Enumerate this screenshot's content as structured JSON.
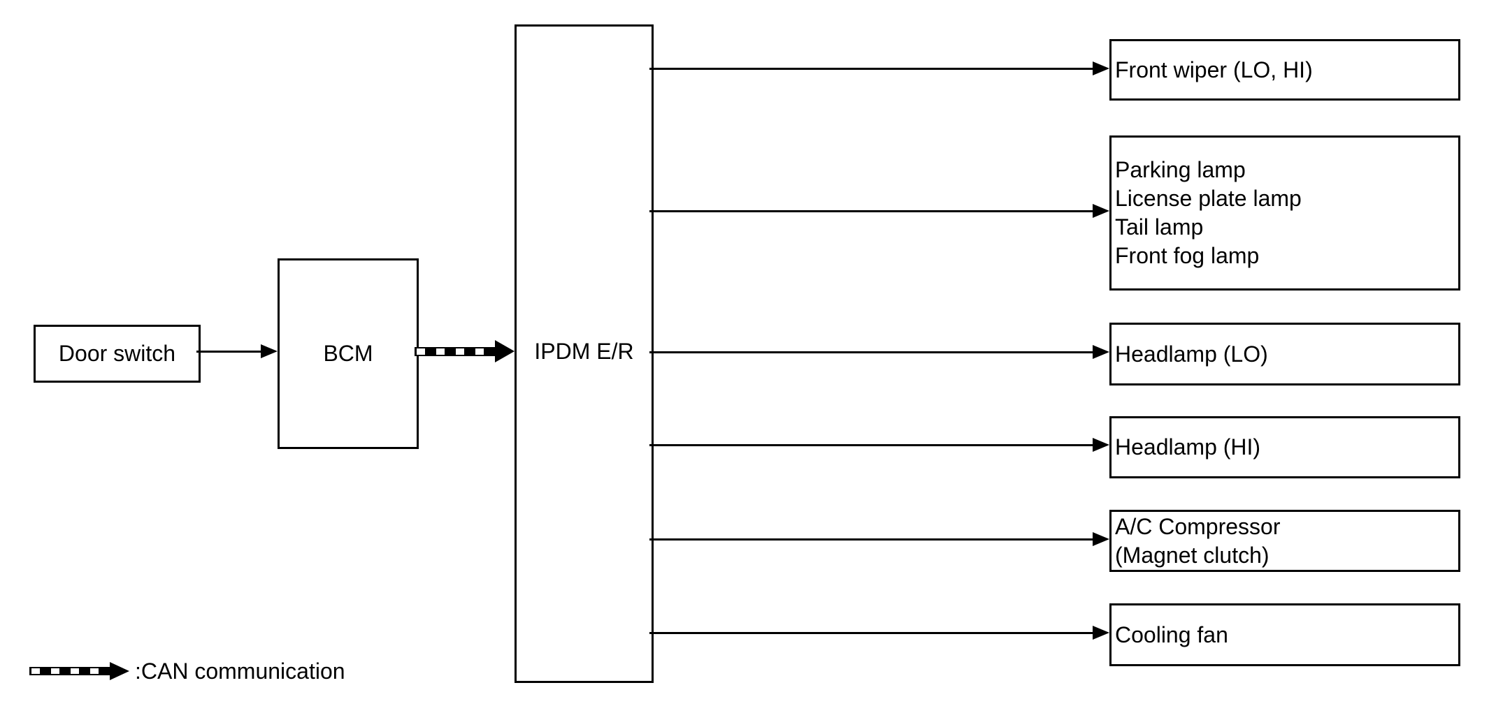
{
  "diagram": {
    "nodes": {
      "door_switch": {
        "label": "Door switch"
      },
      "bcm": {
        "label": "BCM"
      },
      "ipdm": {
        "label": "IPDM E/R"
      }
    },
    "outputs": [
      {
        "lines": [
          "Front wiper (LO, HI)"
        ]
      },
      {
        "lines": [
          "Parking lamp",
          "License plate lamp",
          "Tail lamp",
          "Front fog lamp"
        ]
      },
      {
        "lines": [
          "Headlamp (LO)"
        ]
      },
      {
        "lines": [
          "Headlamp (HI)"
        ]
      },
      {
        "lines": [
          "A/C Compressor",
          "(Magnet clutch)"
        ]
      },
      {
        "lines": [
          "Cooling fan"
        ]
      }
    ],
    "legend": {
      "label": ":CAN communication"
    },
    "colors": {
      "foreground": "#000000",
      "background": "#ffffff"
    }
  }
}
